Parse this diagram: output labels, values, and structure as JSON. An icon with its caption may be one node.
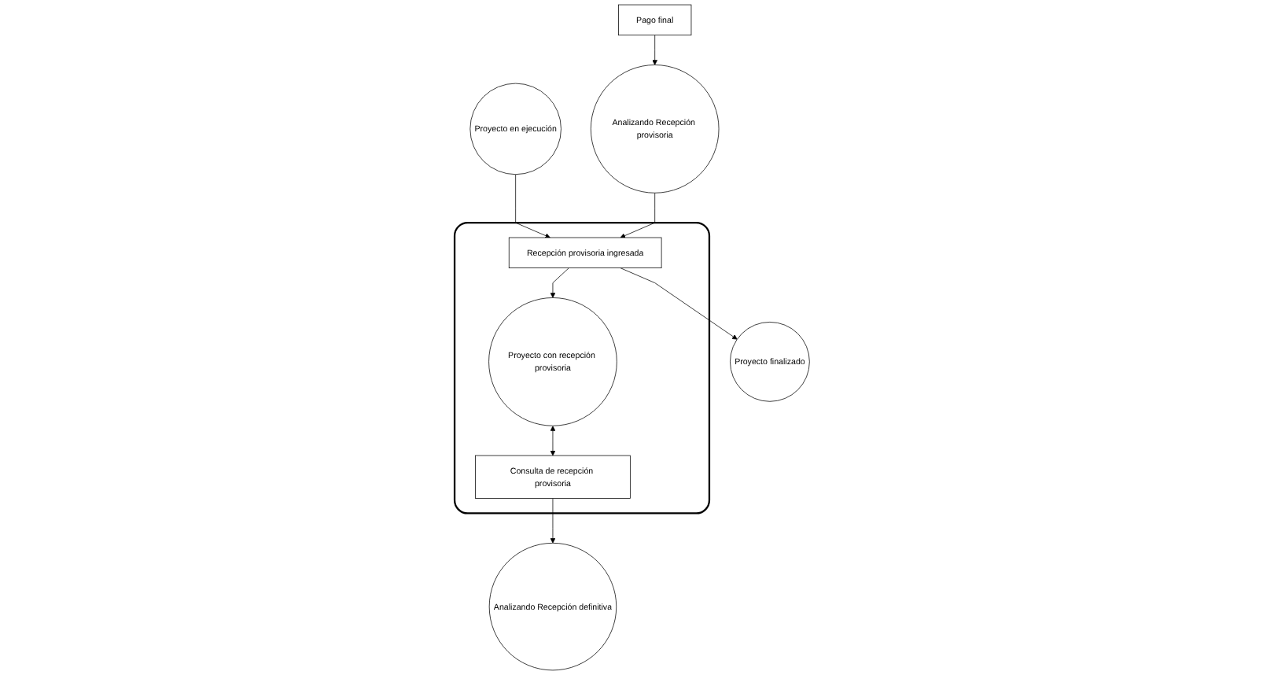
{
  "diagram": {
    "nodes": [
      {
        "text": [],
        "shape": "box"
      },
      {
        "text": [
          "Proyecto en ejecución"
        ]
      },
      {
        "text": [
          "Pago final"
        ]
      },
      {
        "text": [
          "Analizando Recepción provisoria"
        ]
      },
      {
        "text": [
          "Recepción provisoria ingresada"
        ],
        "in": 0
      },
      {
        "text": [
          "Proyecto con recepción provisoria"
        ],
        "in": 0
      },
      {
        "text": [
          "Consulta de recepción provisoria"
        ],
        "in": 0
      },
      {
        "text": [
          "Analizando Recepción definitiva"
        ]
      },
      {
        "text": [
          "Proyecto finalizado"
        ]
      }
    ],
    "edges": [
      {
        "from": 1,
        "to": 4,
        "arrow": "to"
      },
      {
        "from": 2,
        "to": 3,
        "arrow": "to"
      },
      {
        "from": 3,
        "to": 4,
        "arrow": "to"
      },
      {
        "from": 4,
        "to": 5,
        "arrow": "to"
      },
      {
        "from": 4,
        "to": 8,
        "arrow": "to"
      },
      {
        "from": 5,
        "to": 6,
        "arrow": "both"
      },
      {
        "from": 6,
        "to": 7,
        "arrow": "to"
      }
    ]
  }
}
